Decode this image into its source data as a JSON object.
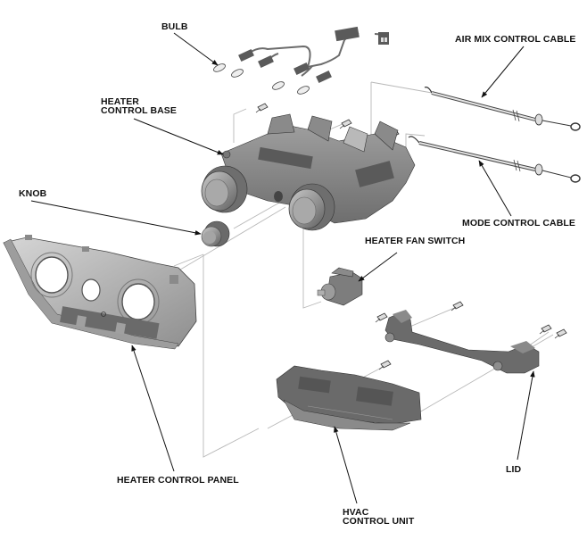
{
  "diagram": {
    "type": "exploded-parts-view",
    "subject": "heater / HVAC control assembly",
    "labels": {
      "bulb": "BULB",
      "air_mix_cable": "AIR MIX CONTROL CABLE",
      "heater_control_base_line1": "HEATER",
      "heater_control_base_line2": "CONTROL BASE",
      "knob": "KNOB",
      "mode_cable": "MODE CONTROL CABLE",
      "heater_fan_switch": "HEATER FAN SWITCH",
      "heater_control_panel": "HEATER CONTROL PANEL",
      "hvac_line1": "HVAC",
      "hvac_line2": "CONTROL UNIT",
      "lid": "LID"
    },
    "colors": {
      "background": "#ffffff",
      "label_text": "#111111",
      "part_dark": "#5a5a5a",
      "part_mid": "#8a8a8a",
      "part_light": "#b9b9b9",
      "guide_line": "#b8b8b8"
    }
  }
}
